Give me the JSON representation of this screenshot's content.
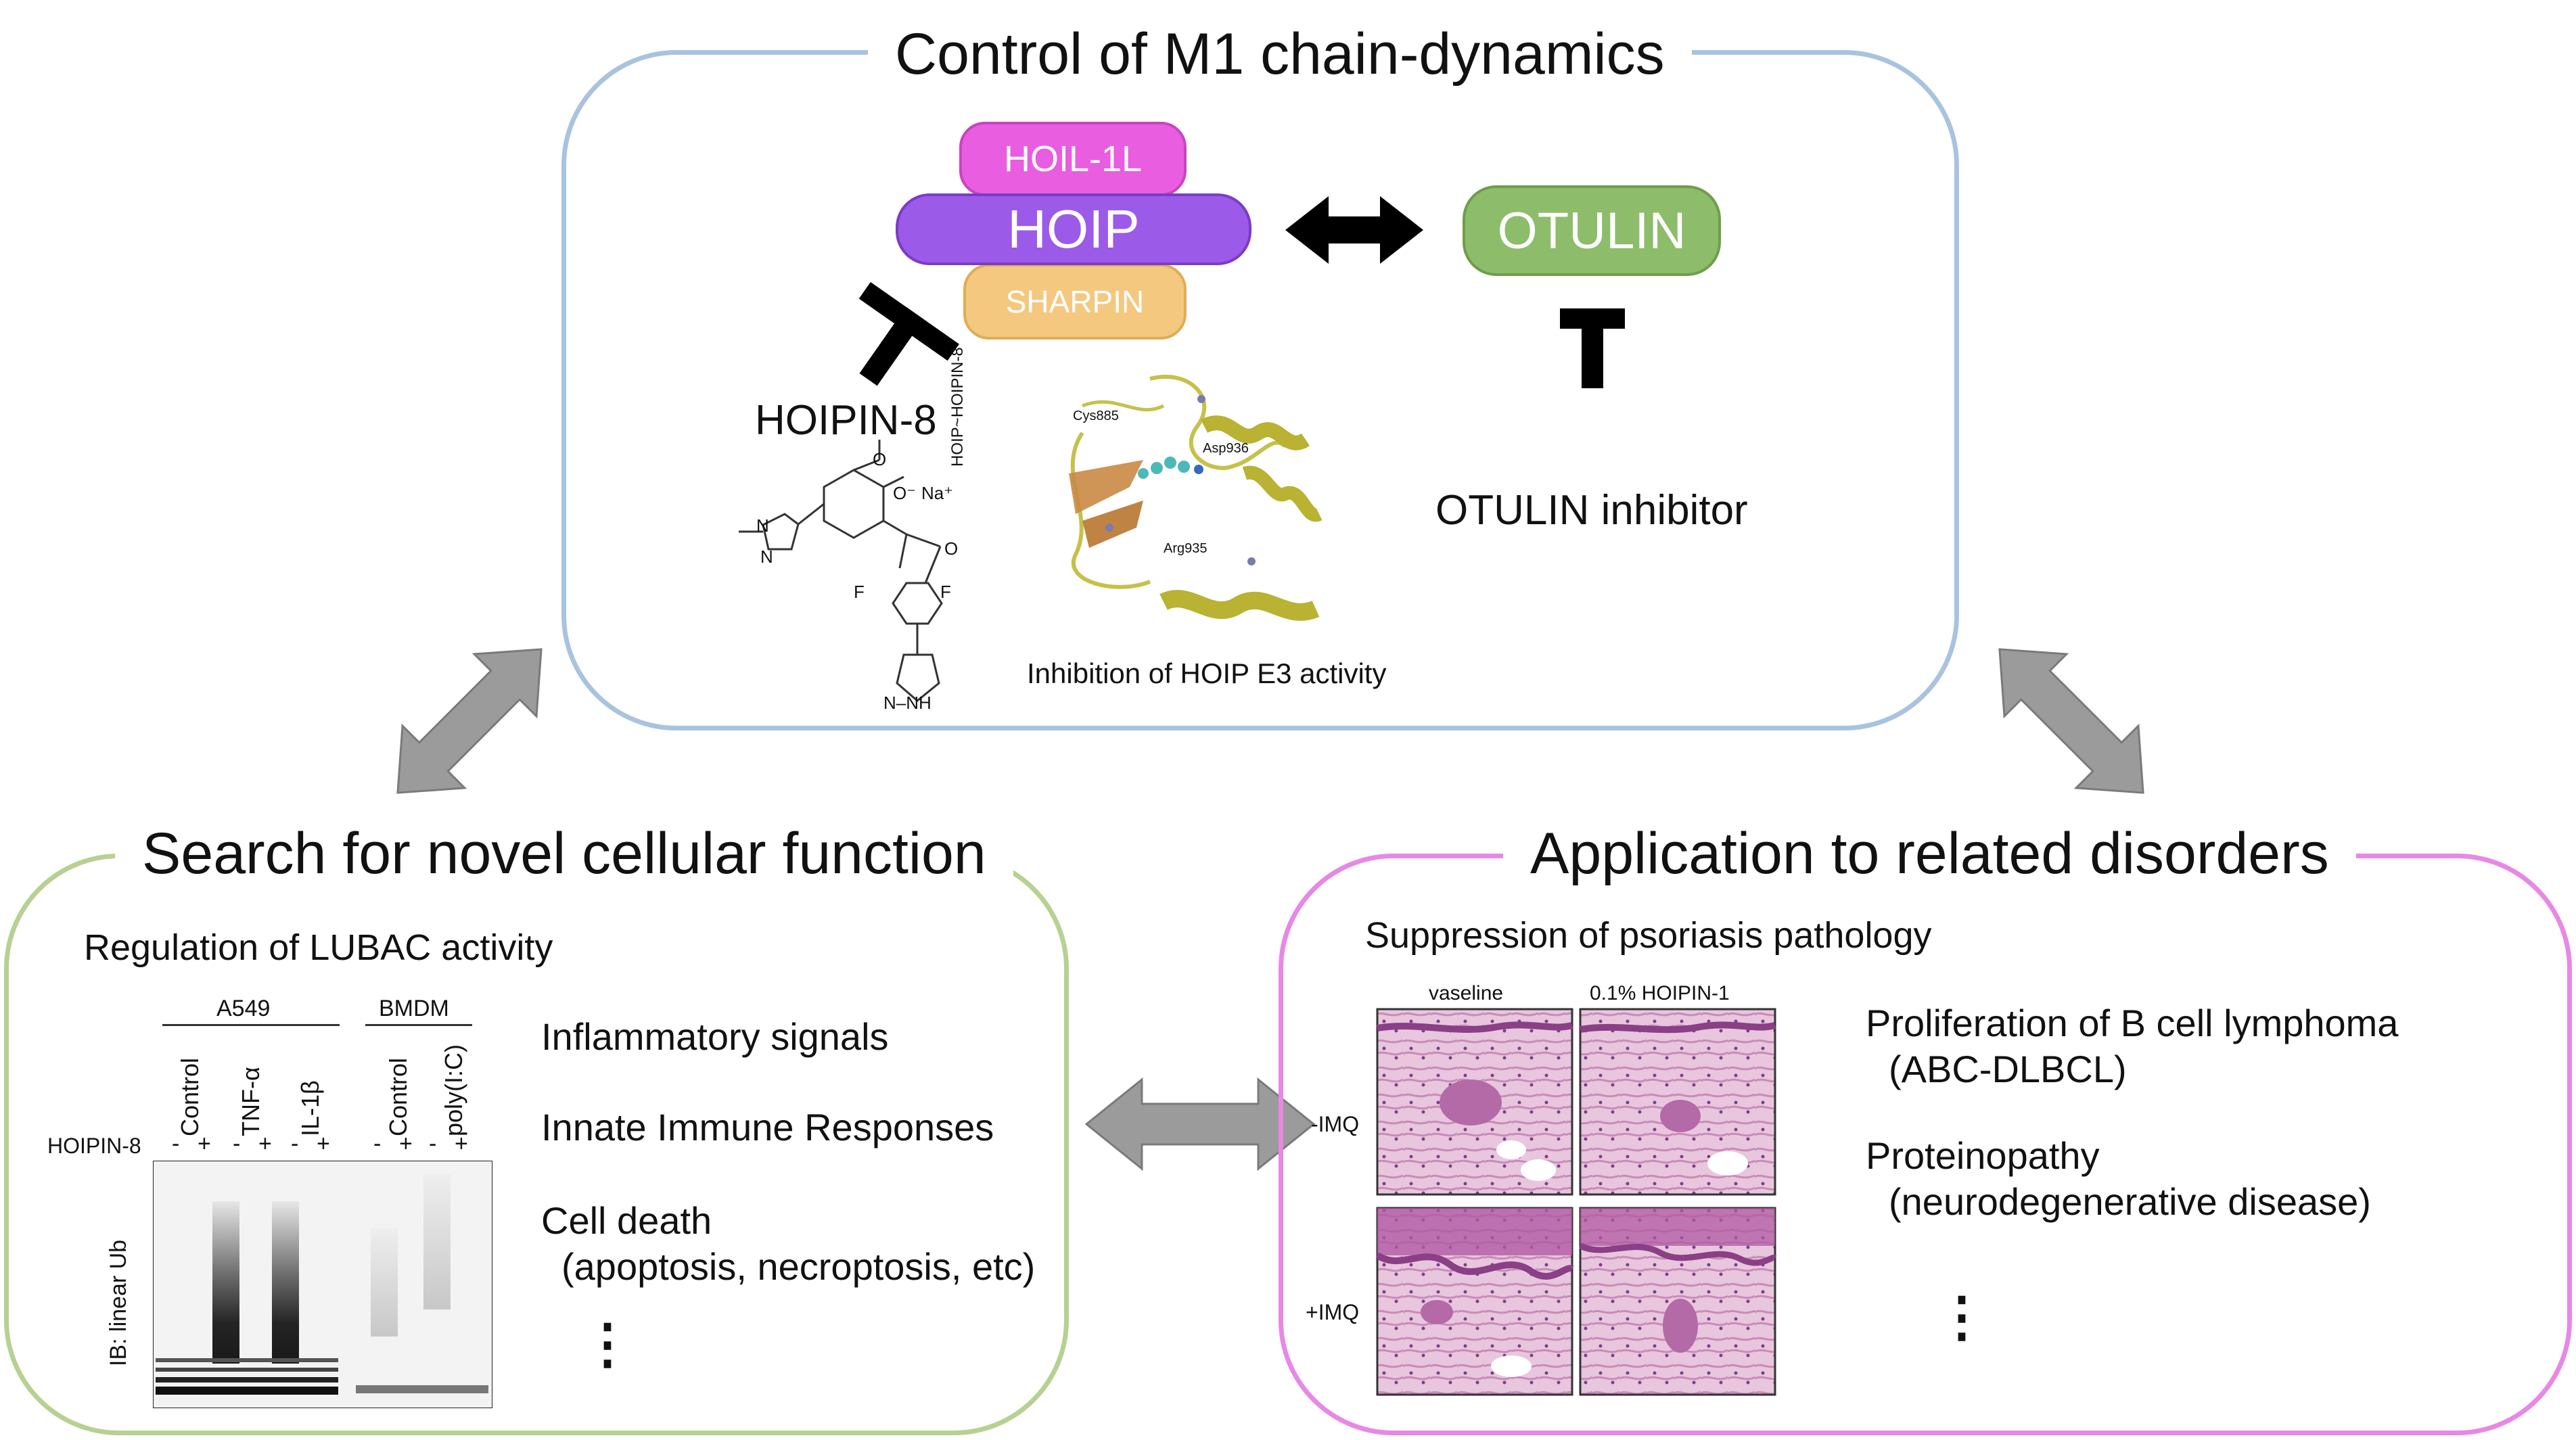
{
  "colors": {
    "top_border": "#a9c3df",
    "left_border": "#b6d191",
    "right_border": "#e788e6",
    "hoil": "#e95de0",
    "hoip": "#9c5ae8",
    "sharpin": "#f4c87f",
    "otulin": "#8dbd6a",
    "gray_arrow": "#9b9b9b"
  },
  "top_panel": {
    "title": "Control of M1 chain-dynamics",
    "hoil": "HOIL-1L",
    "hoip": "HOIP",
    "sharpin": "SHARPIN",
    "otulin": "OTULIN",
    "hoipin8": "HOIPIN-8",
    "otulin_inhibitor": "OTULIN inhibitor",
    "inhibition_caption": "Inhibition of HOIP E3 activity",
    "structure_side_label": "HOIP~HOIPIN-8",
    "residues": [
      "Cys885",
      "Asp936",
      "Arg935"
    ],
    "chem_labels": {
      "o_top": "O",
      "o_minus": "O⁻",
      "na": "Na⁺",
      "o_ketone": "O",
      "f_left": "F",
      "f_right": "F",
      "nh": "N–NH",
      "n_top": "N",
      "n_bottom": "N"
    }
  },
  "left_panel": {
    "title": "Search for novel cellular function",
    "subtitle": "Regulation of LUBAC activity",
    "blot_groups": [
      "A549",
      "BMDM"
    ],
    "lane_labels": [
      "Control",
      "TNF-α",
      "IL-1β",
      "Control",
      "poly(I:C)"
    ],
    "treatment_label": "HOIPIN-8",
    "signs": [
      "-",
      "+",
      "-",
      "+",
      "-",
      "+",
      "-",
      "+",
      "-",
      "+"
    ],
    "ib_label": "IB: linear Ub",
    "items": [
      "Inflammatory signals",
      "Innate Immune Responses",
      "Cell death",
      "(apoptosis, necroptosis, etc)"
    ],
    "ellipsis": "⋮"
  },
  "right_panel": {
    "title": "Application to related disorders",
    "subtitle": "Suppression of psoriasis pathology",
    "col_labels": [
      "vaseline",
      "0.1% HOIPIN-1"
    ],
    "row_labels": [
      "-IMQ",
      "+IMQ"
    ],
    "items": [
      "Proliferation of B cell lymphoma",
      "(ABC-DLBCL)",
      "Proteinopathy",
      "(neurodegenerative disease)"
    ],
    "ellipsis": "⋮"
  }
}
